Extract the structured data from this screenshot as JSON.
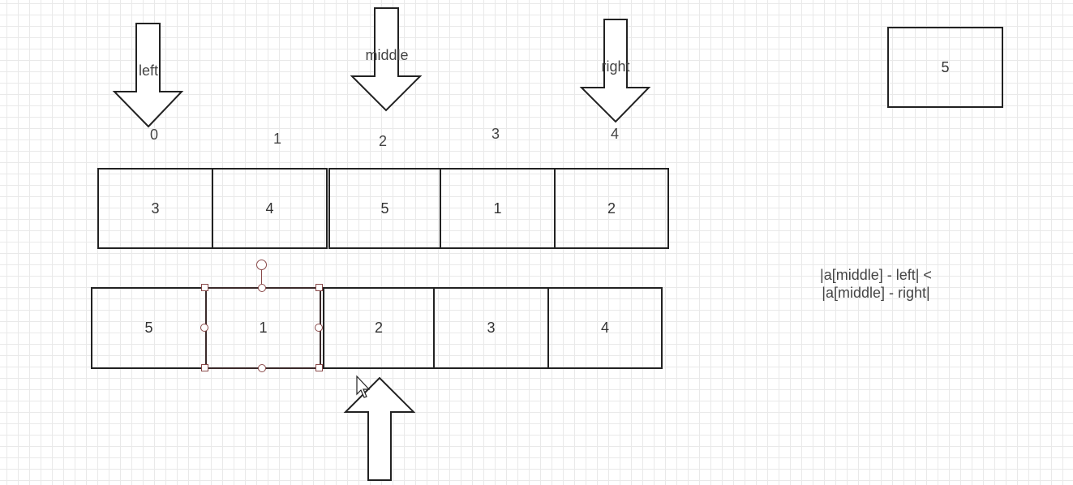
{
  "pointers": {
    "left": "left",
    "middle": "middle",
    "right": "right"
  },
  "indices": [
    "0",
    "1",
    "2",
    "3",
    "4"
  ],
  "array_before": [
    "3",
    "4",
    "5",
    "1",
    "2"
  ],
  "array_after": [
    "5",
    "1",
    "2",
    "3",
    "4"
  ],
  "value_box": "5",
  "condition": {
    "line1": "|a[middle] - left| <",
    "line2": "|a[middle] - right|"
  },
  "colors": {
    "stroke": "#222222",
    "grid": "#d6d6d6",
    "selection": "#8a4a4a",
    "text": "#444444"
  }
}
